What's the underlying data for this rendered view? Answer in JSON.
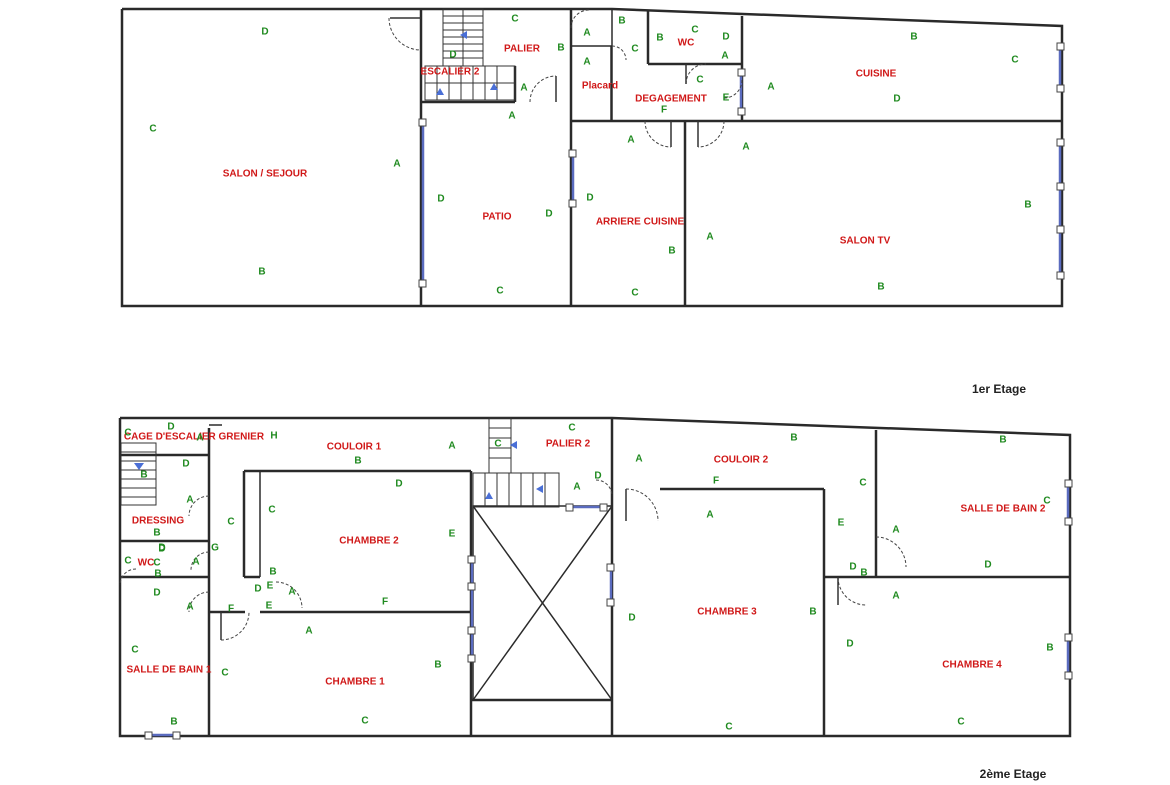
{
  "floors": [
    {
      "label": "1er Etage",
      "rooms": [
        "SALON / SEJOUR",
        "PALIER",
        "ESCALIER 2",
        "WC",
        "Placard",
        "DEGAGEMENT",
        "CUISINE",
        "PATIO",
        "ARRIERE CUISINE",
        "SALON TV"
      ],
      "letters": [
        "D",
        "C",
        "B",
        "A",
        "C",
        "B",
        "A",
        "D",
        "A",
        "D",
        "C",
        "A",
        "D",
        "A",
        "B",
        "C",
        "A",
        "C",
        "B",
        "A",
        "D",
        "D",
        "C",
        "B",
        "A",
        "B",
        "E",
        "F",
        "A",
        "A",
        "C",
        "B",
        "D",
        "B",
        "C",
        "D",
        "C",
        "B",
        "A",
        "C"
      ]
    },
    {
      "label": "2ème Etage",
      "rooms": [
        "CAGE D'ESCALIER GRENIER",
        "COULOIR 1",
        "PALIER 2",
        "COULOIR 2",
        "DRESSING",
        "WC",
        "CHAMBRE 2",
        "SALLE DE BAIN 2",
        "CHAMBRE 3",
        "SALLE DE BAIN 1",
        "CHAMBRE 1",
        "CHAMBRE 4"
      ],
      "letters": [
        "C",
        "D",
        "H",
        "A",
        "B",
        "B",
        "C",
        "A",
        "B",
        "D",
        "D",
        "B",
        "A",
        "D",
        "A",
        "F",
        "C",
        "A",
        "C",
        "D",
        "C",
        "B",
        "C",
        "E",
        "C",
        "E",
        "A",
        "C",
        "D",
        "G",
        "C",
        "B",
        "A",
        "D",
        "D",
        "B",
        "A",
        "E",
        "E",
        "A",
        "F",
        "F",
        "D",
        "D",
        "B",
        "A",
        "D",
        "B",
        "C",
        "B",
        "A",
        "B",
        "B",
        "D",
        "C",
        "C",
        "C",
        "C",
        "A"
      ]
    }
  ]
}
